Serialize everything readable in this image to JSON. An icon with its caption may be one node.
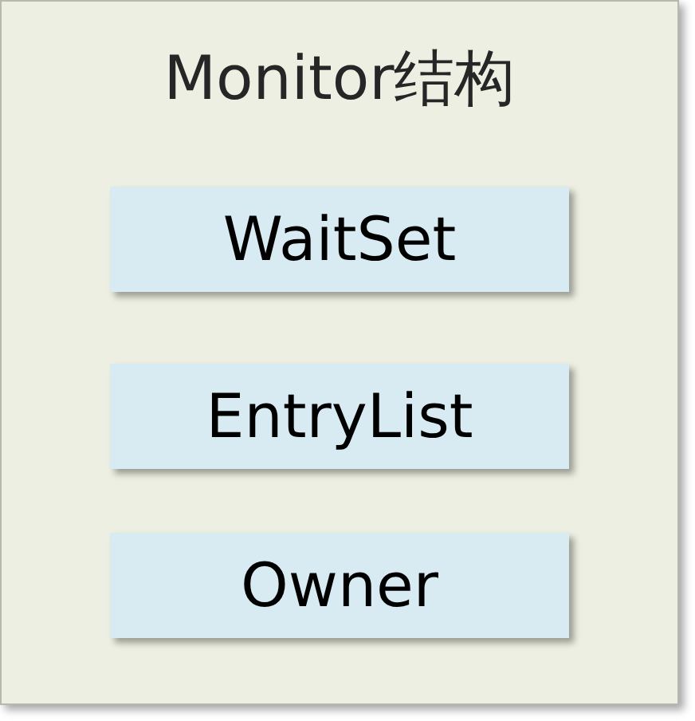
{
  "diagram": {
    "nodes": [
      {
        "text": [
          "Monitor结构"
        ]
      },
      {
        "text": [
          "WaitSet"
        ],
        "in": 0
      },
      {
        "text": [
          "EntryList"
        ],
        "in": 0
      },
      {
        "text": [
          "Owner"
        ],
        "in": 0
      }
    ]
  }
}
